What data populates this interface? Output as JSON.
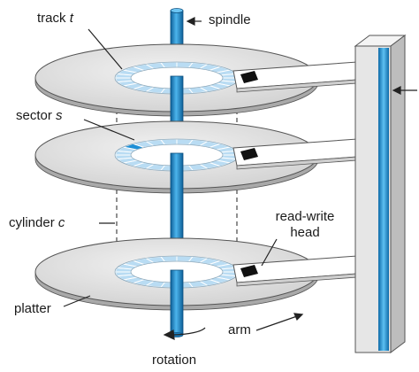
{
  "labels": {
    "track": {
      "text": "track",
      "var": "t"
    },
    "spindle": "spindle",
    "sector": {
      "text": "sector",
      "var": "s"
    },
    "cylinder": {
      "text": "cylinder",
      "var": "c"
    },
    "read_write_head": {
      "line1": "read-write",
      "line2": "head"
    },
    "platter": "platter",
    "arm": "arm",
    "rotation": "rotation"
  },
  "colors": {
    "spindle": "#2a9bd8",
    "platter": "#dadada",
    "track_ring": "#b9dcf3",
    "highlighted_sector": "#1e8fd6",
    "head": "#111111",
    "arm": "#ffffff",
    "stroke": "#555555"
  },
  "platters": 3,
  "track_segments": 24
}
